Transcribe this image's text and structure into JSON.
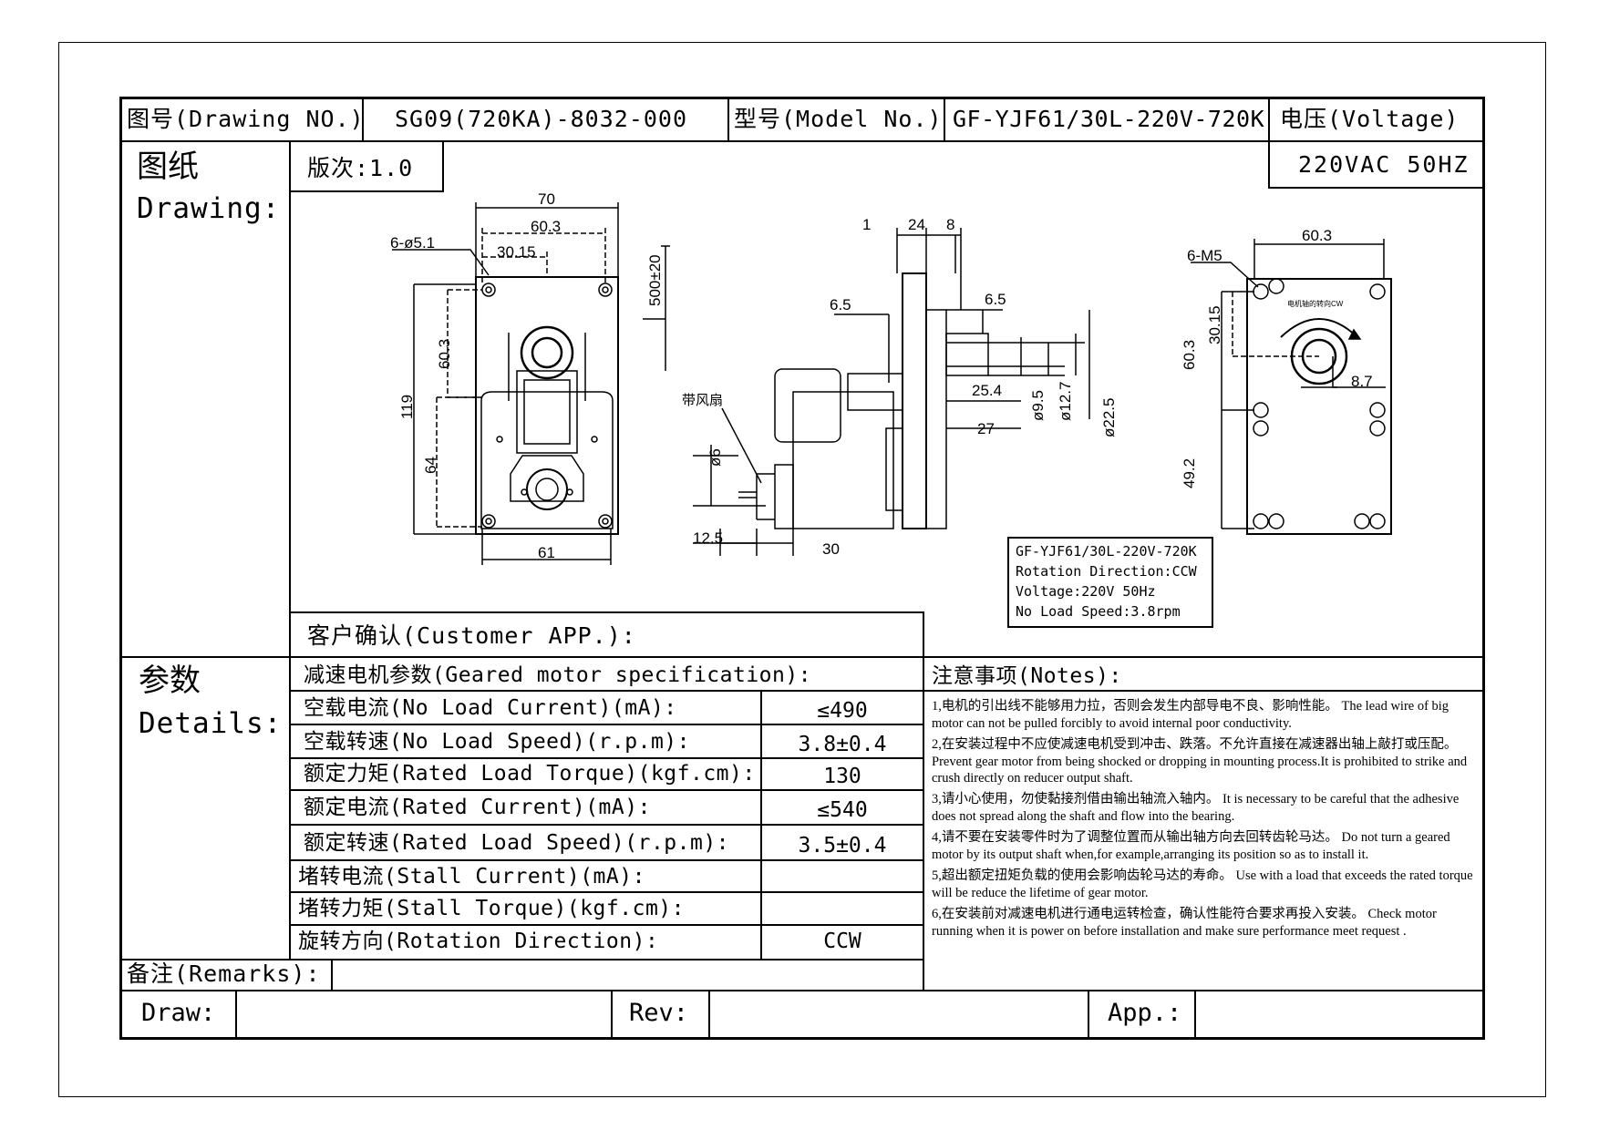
{
  "header": {
    "drawing_no_label": "图号(Drawing NO.)",
    "drawing_no": "SG09(720KA)-8032-000",
    "model_no_label": "型号(Model No.)",
    "model_no": "GF-YJF61/30L-220V-720K",
    "voltage_label": "电压(Voltage)",
    "voltage_value": "220VAC 50HZ",
    "drawing_label_cn": "图纸",
    "drawing_label_en": "Drawing:",
    "revision": "版次:1.0"
  },
  "drawing": {
    "front": {
      "d70": "70",
      "d60_3": "60.3",
      "d30_15": "30.15",
      "holes": "6-ø5.1",
      "d500": "500±20",
      "d119": "119",
      "d60_3v": "60.3",
      "d64": "64",
      "d61": "61"
    },
    "side": {
      "d1": "1",
      "d24": "24",
      "d8": "8",
      "d6_5a": "6.5",
      "d6_5b": "6.5",
      "fan": "带风扇",
      "d6": "ø6",
      "d25_4": "25.4",
      "d27": "27",
      "d9_5": "ø9.5",
      "d12_7": "ø12.7",
      "d22_5": "ø22.5",
      "d12_5": "12.5",
      "d30": "30"
    },
    "rear": {
      "holes": "6-M5",
      "d60_3": "60.3",
      "d30_15": "30.15",
      "d60_3v": "60.3",
      "d49_2": "49.2",
      "d8_7": "8.7",
      "dir_note": "电机轴的转向CW"
    },
    "nameplate": [
      "GF-YJF61/30L-220V-720K",
      "Rotation Direction:CCW",
      "Voltage:220V 50Hz",
      "No Load Speed:3.8rpm"
    ]
  },
  "customer_app": "客户确认(Customer APP.):",
  "details": {
    "label_cn": "参数",
    "label_en": "Details:",
    "spec_title": "减速电机参数(Geared motor specification):",
    "rows": [
      {
        "label": "空载电流(No Load Current)(mA):",
        "value": "≤490"
      },
      {
        "label": "空载转速(No Load Speed)(r.p.m):",
        "value": "3.8±0.4"
      },
      {
        "label": "额定力矩(Rated Load Torque)(kgf.cm):",
        "value": "130"
      },
      {
        "label": "额定电流(Rated Current)(mA):",
        "value": "≤540"
      },
      {
        "label": "额定转速(Rated Load Speed)(r.p.m):",
        "value": "3.5±0.4"
      },
      {
        "label": "堵转电流(Stall Current)(mA):",
        "value": ""
      },
      {
        "label": "堵转力矩(Stall Torque)(kgf.cm):",
        "value": ""
      },
      {
        "label": "旋转方向(Rotation Direction):",
        "value": "CCW"
      }
    ]
  },
  "notes": {
    "title": "注意事项(Notes):",
    "items": [
      "1,电机的引出线不能够用力拉，否则会发生内部导电不良、影响性能。 The lead wire of big motor can not be pulled forcibly to avoid internal poor conductivity.",
      "2,在安装过程中不应使减速电机受到冲击、跌落。不允许直接在减速器出轴上敲打或压配。Prevent gear motor from being shocked or dropping in mounting process.It is prohibited to strike and crush directly on reducer output shaft.",
      "3,请小心使用，勿使黏接剂借由输出轴流入轴内。 It is necessary to be careful that the adhesive does not spread along the shaft and flow into the bearing.",
      "4,请不要在安装零件时为了调整位置而从输出轴方向去回转齿轮马达。 Do not turn a geared motor by its output shaft when,for example,arranging its position so as to install it.",
      "5,超出额定扭矩负载的使用会影响齿轮马达的寿命。 Use with a load that exceeds the rated torque will be reduce the lifetime of gear motor.",
      "6,在安装前对减速电机进行通电运转检查，确认性能符合要求再投入安装。 Check motor running when it is power on before installation and make sure performance meet request ."
    ]
  },
  "remarks_label": "备注(Remarks):",
  "footer": {
    "draw": "Draw:",
    "rev": "Rev:",
    "app": "App.:"
  }
}
